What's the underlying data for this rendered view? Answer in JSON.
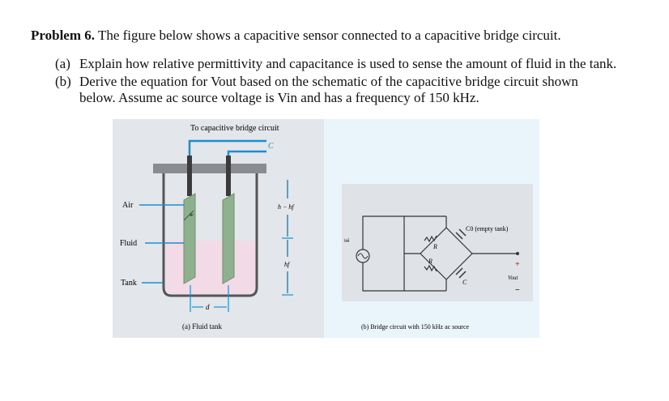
{
  "problem": {
    "number_label": "Problem 6.",
    "intro": "The figure below shows a capacitive sensor connected to a capacitive bridge circuit.",
    "parts": [
      {
        "label": "(a)",
        "text": "Explain how relative permittivity and capacitance is used to sense the amount of fluid in the tank."
      },
      {
        "label": "(b)",
        "text": "Derive the equation for Vout based on the schematic of the capacitive bridge circuit shown",
        "continuation": "below. Assume ac source voltage is Vin and has a frequency of 150 kHz."
      }
    ]
  },
  "figure_a": {
    "top_label": "To capacitive bridge circuit",
    "c_label": "C",
    "w_label": "w",
    "air_label": "Air",
    "fluid_label": "Fluid",
    "tank_label": "Tank",
    "h_minus_hf_label": "h − hf",
    "hf_label": "hf",
    "d_label": "d",
    "caption": "(a) Fluid tank"
  },
  "figure_b": {
    "c0_label": "C0 (empty tank)",
    "r_top_label": "R",
    "r_bottom_label": "R",
    "c_label": "C",
    "source_label": "E",
    "plus_label": "+",
    "minus_label": "−",
    "vout_label": "Vout",
    "caption": "(b) Bridge circuit with 150 kHz ac source"
  },
  "colors": {
    "panel_bg": "#e3e6ea",
    "panel_b_bg": "#eaf4fb",
    "fluid": "#f2dbe6",
    "electrode": "#8fb08f",
    "wire_blue": "#1b8fd1"
  }
}
